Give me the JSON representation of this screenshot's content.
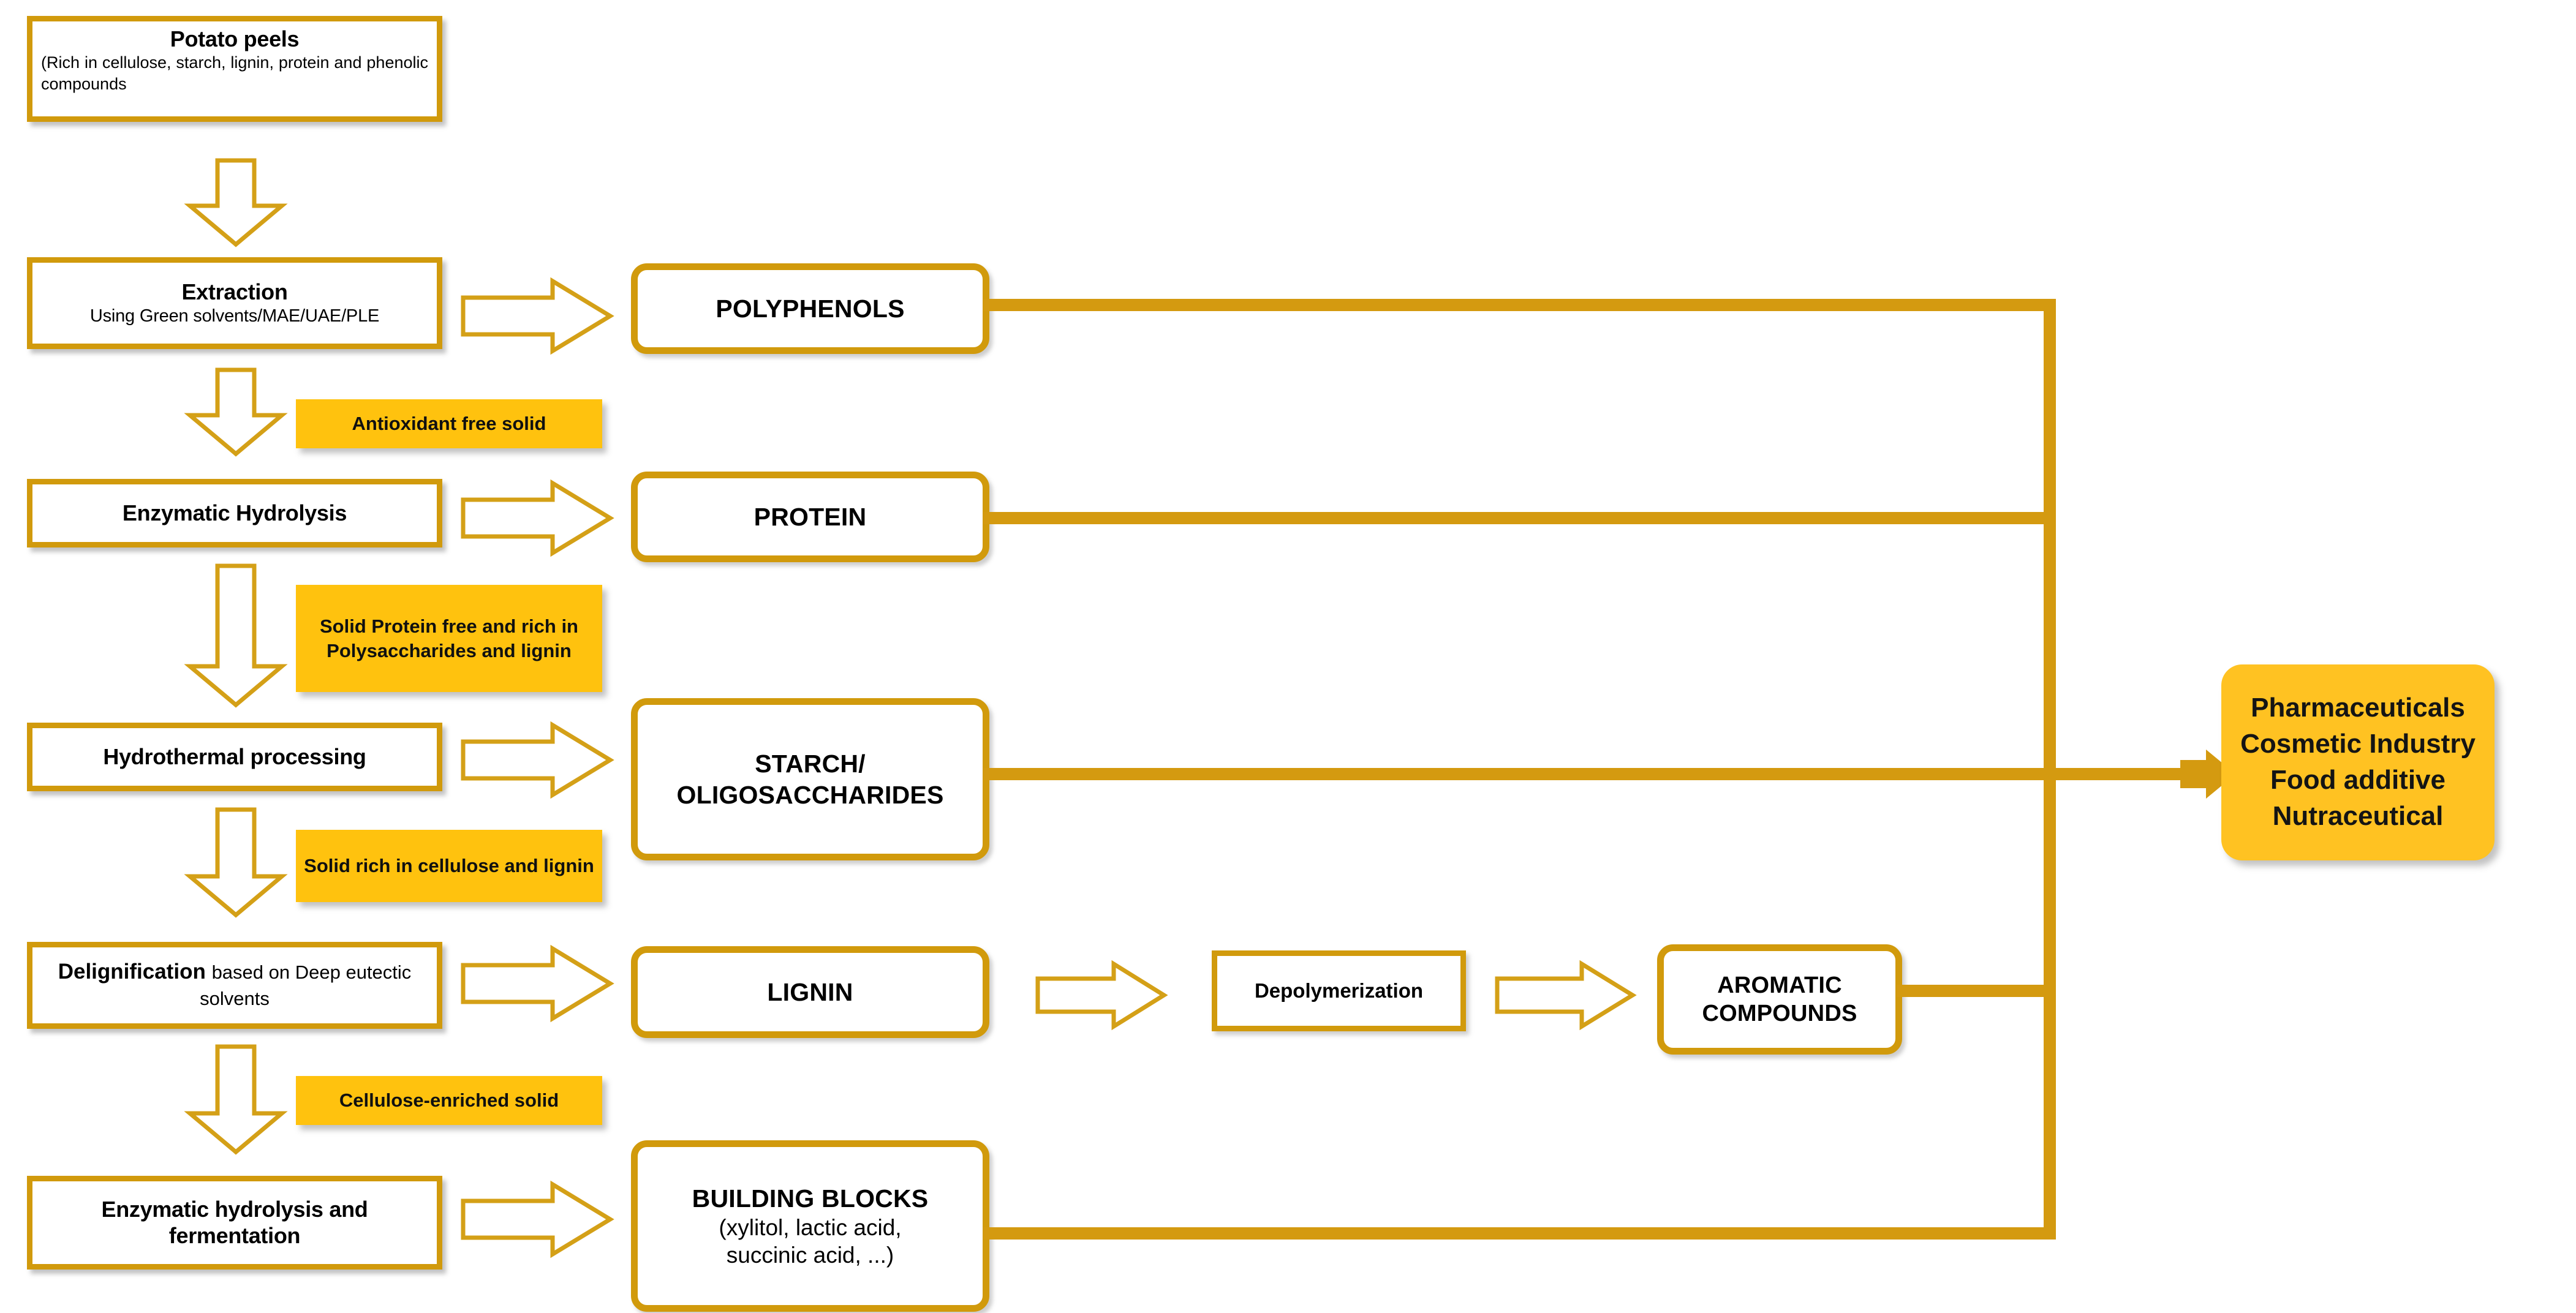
{
  "colors": {
    "border_orange": "#D19A0C",
    "line_orange": "#D49A10",
    "note_yellow": "#FFC20E",
    "dest_yellow": "#FFC222",
    "box_fill": "#FFFFFF",
    "text": "#000000"
  },
  "process_column": {
    "label": "Process steps",
    "steps": [
      {
        "id": "potato-peels",
        "title": "Potato peels",
        "subtitle": "(Rich in cellulose, starch, lignin, protein and phenolic compounds"
      },
      {
        "id": "extraction",
        "title": "Extraction",
        "subtitle": "Using Green solvents/MAE/UAE/PLE"
      },
      {
        "id": "enzymatic-hydrolysis",
        "title": "Enzymatic Hydrolysis",
        "subtitle": ""
      },
      {
        "id": "hydrothermal-processing",
        "title": "Hydrothermal processing",
        "subtitle": ""
      },
      {
        "id": "delignification",
        "title": "Delignification",
        "subtitle": "based on Deep eutectic solvents"
      },
      {
        "id": "enzymatic-hydrolysis-fermentation",
        "title": "Enzymatic hydrolysis and fermentation",
        "subtitle": ""
      }
    ]
  },
  "stream_notes": [
    {
      "id": "antioxidant-free-solid",
      "text": "Antioxidant free solid"
    },
    {
      "id": "solid-protein-free",
      "text": "Solid Protein free and rich in Polysaccharides and lignin"
    },
    {
      "id": "solid-rich-cellulose",
      "text": "Solid rich in cellulose and lignin"
    },
    {
      "id": "cellulose-enriched-solid",
      "text": "Cellulose-enriched solid"
    }
  ],
  "products": [
    {
      "id": "polyphenols",
      "label": "POLYPHENOLS",
      "sub": ""
    },
    {
      "id": "protein",
      "label": "PROTEIN",
      "sub": ""
    },
    {
      "id": "starch-oligosaccharides",
      "label": "STARCH/\nOLIGOSACCHARIDES",
      "line1": "STARCH/",
      "line2": "OLIGOSACCHARIDES"
    },
    {
      "id": "lignin",
      "label": "LIGNIN",
      "sub": ""
    },
    {
      "id": "building-blocks",
      "label": "BUILDING BLOCKS",
      "sub_line1": "(xylitol, lactic acid,",
      "sub_line2": "succinic acid, ...)"
    }
  ],
  "lignin_chain": {
    "depolymerization": "Depolymerization",
    "aromatic_line1": "AROMATIC",
    "aromatic_line2": "COMPOUNDS"
  },
  "destination": {
    "id": "applications",
    "lines": [
      "Pharmaceuticals",
      "Cosmetic Industry",
      "Food additive",
      "Nutraceutical"
    ]
  },
  "icons": {
    "down_arrow": "down-block-arrow-icon",
    "right_arrow": "right-block-arrow-icon",
    "bus_arrow": "solid-arrowhead-icon"
  }
}
